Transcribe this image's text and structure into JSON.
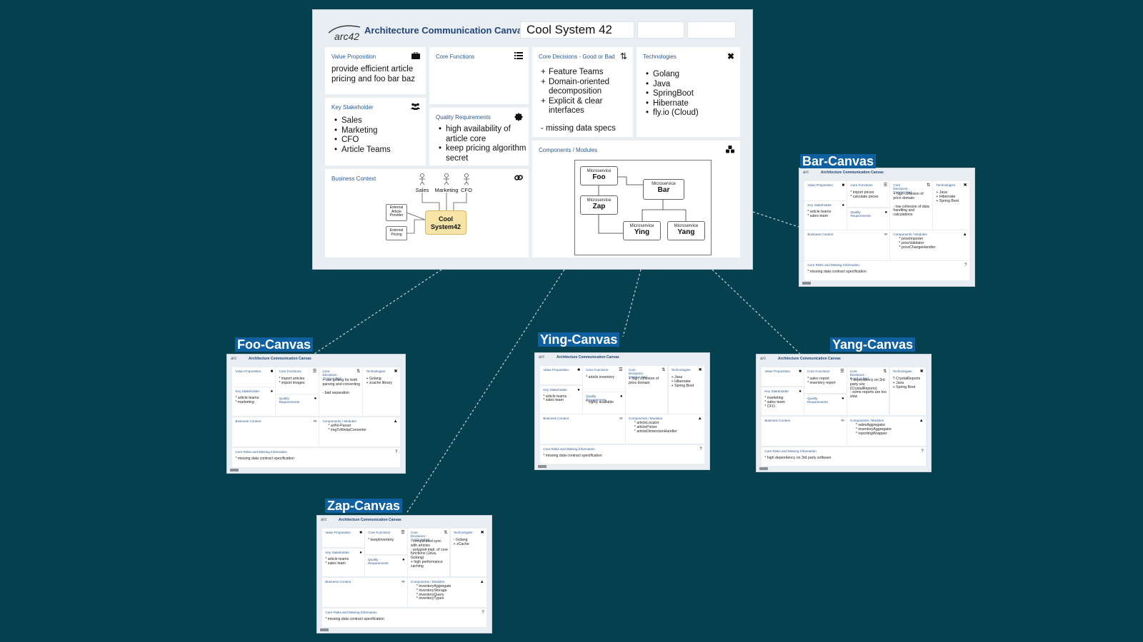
{
  "main": {
    "logo": "arc42",
    "title": "Architecture Communication Canvas",
    "system_name": "Cool System 42",
    "value_proposition": {
      "label": "Value Proposition",
      "text": "provide efficient article pricing and foo bar baz"
    },
    "core_functions": {
      "label": "Core Functions"
    },
    "core_decisions": {
      "label": "Core Decisions - Good or Bad",
      "good": [
        "Feature Teams",
        "Domain-oriented decomposition",
        "Explicit & clear interfaces"
      ],
      "bad": "- missing data specs"
    },
    "technologies": {
      "label": "Technologies",
      "items": [
        "Golang",
        "Java",
        "SpringBoot",
        "Hibernate",
        "fly.io (Cloud)"
      ]
    },
    "key_stakeholder": {
      "label": "Key Stakeholder",
      "items": [
        "Sales",
        "Marketing",
        "CFO",
        "Article Teams"
      ]
    },
    "quality_requirements": {
      "label": "Quality Requirements",
      "items": [
        "high availability of article core",
        "keep pricing algorithm secret"
      ]
    },
    "business_context": {
      "label": "Business Context",
      "actors": [
        "Sales",
        "Marketing",
        "CFO"
      ],
      "ext1": "External Article Provider",
      "ext2": "External Pricing",
      "system": "Cool System42"
    },
    "components": {
      "label": "Components / Modules",
      "stereotype": "Microservice",
      "nodes": [
        "Foo",
        "Bar",
        "Zap",
        "Ying",
        "Yang"
      ]
    }
  },
  "mini_labels": {
    "title": "Architecture Communication Canvas",
    "vp": "Value Proposition",
    "cf": "Core Functions",
    "cd": "Core Decisions - Good or Bad",
    "tech": "Technologies",
    "ks": "Key Stakeholder",
    "qr": "Quality Requirements",
    "bc": "Business Context",
    "cm": "Components / Modules",
    "risks": "Core Risks and Missing Information"
  },
  "canvases": [
    {
      "name": "Bar-Canvas",
      "core_functions": "* import prices\n* calculate prices",
      "core_decisions": "+ high cohesion of price domain\n\n- low cohesion of data handling and calculations",
      "technologies": "+ Java\n+ Hibernate\n+ Spring Boot",
      "stakeholders": "* article teams\n* sales team",
      "quality": "",
      "components": "* priceImporter\n* priceValidator\n* priceChangeHandler",
      "risks": "* missing data contract specification"
    },
    {
      "name": "Foo-Canvas",
      "core_functions": "* import articles\n* import images",
      "core_decisions": "+ use golang for both parsing and converting\n\n- bad separation",
      "technologies": "+ Golang\n+ zcache library",
      "stakeholders": "* article teams\n* marketing",
      "quality": "",
      "components": "* artNr-Parser\n* imgToWebpConverter",
      "risks": "* missing data contract specification"
    },
    {
      "name": "Ying-Canvas",
      "core_functions": "* article inventory",
      "core_decisions": "+ high cohesion of price domain",
      "technologies": "+ Java\n+ Hibernate\n+ Spring Boot",
      "stakeholders": "* article teams\n* sales team",
      "quality": "* highly available",
      "components": "* articleLocator\n* articlePicker\n* articleDimensionHandler",
      "risks": "* missing data contract specification"
    },
    {
      "name": "Yang-Canvas",
      "core_functions": "* sales report\n* inventory report",
      "core_decisions": "? dependency on 3rd party s/w (CrystalReports)\n- some reports are too slow",
      "technologies": "? CrystalReports\n+ Java\n+ Spring Boot",
      "stakeholders": "* marketing\n* sales team\n* CFO",
      "quality": "",
      "components": "* salesAggregator\n* inventoryAggregator\n* reportingWrapper",
      "risks": "* high dependency on 3rd party software"
    },
    {
      "name": "Zap-Canvas",
      "core_functions": "* keepInventory",
      "core_decisions": "- complicated sync with articles\n- polyglott impl. of core functions (Java, Golang)\n+ high performance caching",
      "technologies": "- Golang\n+ zCache",
      "stakeholders": "* article teams\n* sales team",
      "quality": "",
      "components": "* inventoryAggregate\n* inventoryStorage\n* inventoryQuery\n* inventoryTypes",
      "risks": "* missing data contract specification"
    }
  ],
  "colors": {
    "background": "#05404f",
    "canvas_title": "#22457a",
    "field_label": "#2d5a8c",
    "label_bg": "#0f60a0",
    "system_fill": "#f7e4a6",
    "connector": "#c6d4dc"
  }
}
